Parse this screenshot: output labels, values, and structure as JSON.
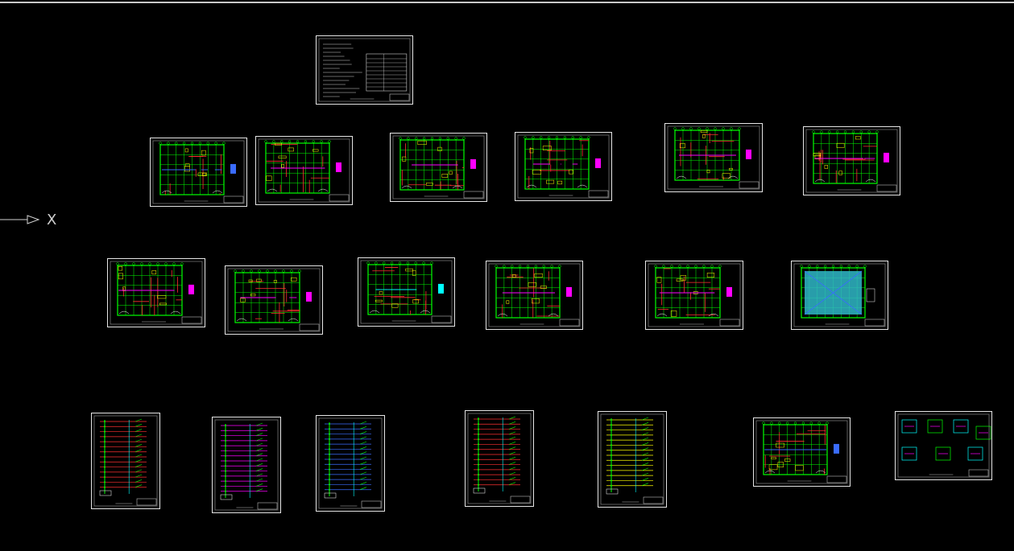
{
  "canvas": {
    "background": "#000000",
    "ucs_axis_label": "X"
  },
  "colors": {
    "frame": "#e6e6e6",
    "wall": "#00ff00",
    "pipe": "#ff3030",
    "equip": "#ff00ff",
    "axis": "#ffff00",
    "dim": "#00ffff",
    "blue": "#3a6cff",
    "text": "#d0d0d0"
  },
  "sheets": [
    {
      "kind": "notes"
    },
    {
      "kind": "plan",
      "accent": "blue"
    },
    {
      "kind": "plan",
      "accent": "magenta"
    },
    {
      "kind": "plan",
      "accent": "magenta"
    },
    {
      "kind": "plan",
      "accent": "magenta"
    },
    {
      "kind": "plan",
      "accent": "magenta"
    },
    {
      "kind": "plan",
      "accent": "magenta"
    },
    {
      "kind": "plan",
      "accent": "magenta"
    },
    {
      "kind": "plan",
      "accent": "magenta"
    },
    {
      "kind": "plan",
      "accent": "cyan"
    },
    {
      "kind": "plan",
      "accent": "magenta"
    },
    {
      "kind": "plan",
      "accent": "magenta"
    },
    {
      "kind": "roof"
    },
    {
      "kind": "riser",
      "accent": "red"
    },
    {
      "kind": "riser",
      "accent": "magenta"
    },
    {
      "kind": "riser",
      "accent": "blue"
    },
    {
      "kind": "riser",
      "accent": "red"
    },
    {
      "kind": "riser",
      "accent": "yellow"
    },
    {
      "kind": "plan",
      "accent": "blue"
    },
    {
      "kind": "details"
    }
  ]
}
